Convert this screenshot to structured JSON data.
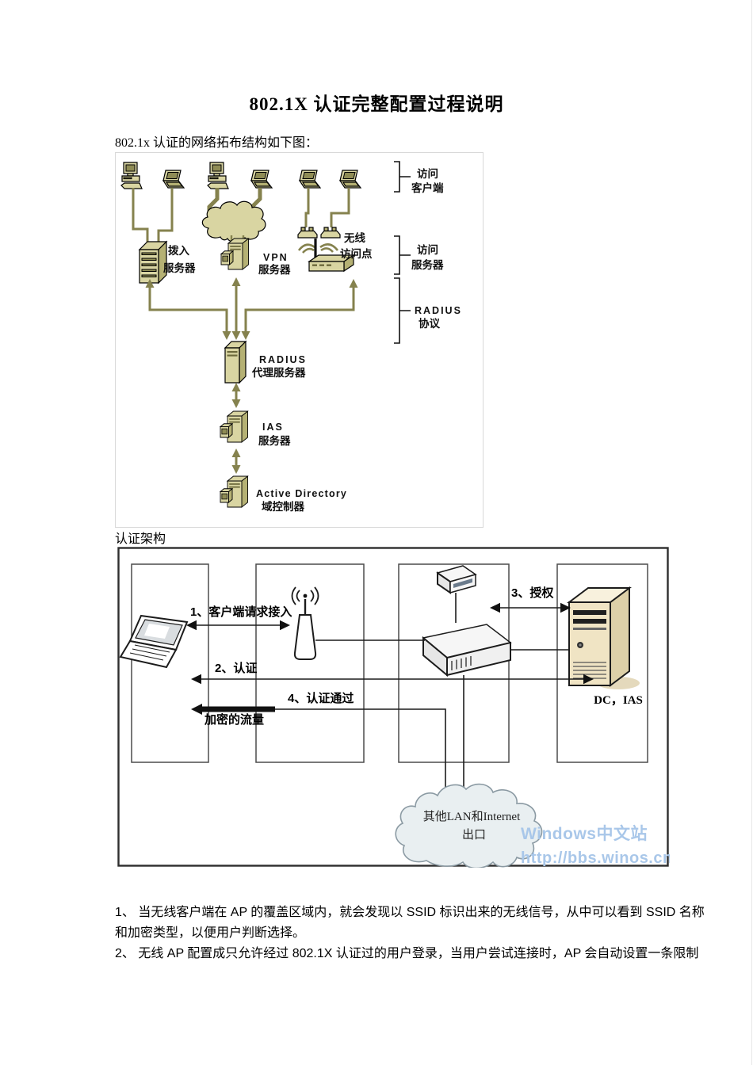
{
  "document": {
    "title": "802.1X 认证完整配置过程说明",
    "intro": "802.1x 认证的网络拓布结构如下图：",
    "section_label": "认证架构",
    "body_lines": [
      "1、 当无线客户端在 AP 的覆盖区域内，就会发现以 SSID 标识出来的无线信号，从中可以看到 SSID 名称",
      "和加密类型，以便用户判断选择。",
      "2、 无线 AP 配置成只允许经过 802.1X 认证过的用户登录，当用户尝试连接时，AP 会自动设置一条限制"
    ]
  },
  "topology_diagram": {
    "dial_in_server": [
      "拨入",
      "服务器"
    ],
    "vpn_server": [
      "VPN",
      "服务器"
    ],
    "wireless_ap": [
      "无线",
      "访问点"
    ],
    "bracket_clients": [
      "访问",
      "客户端"
    ],
    "bracket_servers": [
      "访问",
      "服务器"
    ],
    "bracket_radius": [
      "RADIUS",
      "协议"
    ],
    "radius_proxy": [
      "RADIUS",
      "代理服务器"
    ],
    "ias_server": [
      "IAS",
      "服务器"
    ],
    "ad_server": [
      "Active Directory",
      "域控制器"
    ],
    "palette": {
      "line": "#85824e",
      "fill_light": "#d9d5a2",
      "fill_dark": "#8f8c55"
    }
  },
  "architecture_diagram": {
    "step1": "1、客户端请求接入",
    "step2": "2、认证",
    "step3": "3、授权",
    "step4": "4、认证通过",
    "encrypted_traffic": "加密的流量",
    "server_label": "DC，IAS",
    "cloud_line1": "其他LAN和Internet",
    "cloud_line2": "出口"
  },
  "watermark": {
    "line1": "Windows中文站",
    "line2": "http://bbs.winos.cn",
    "color": "#a9c7e9"
  }
}
